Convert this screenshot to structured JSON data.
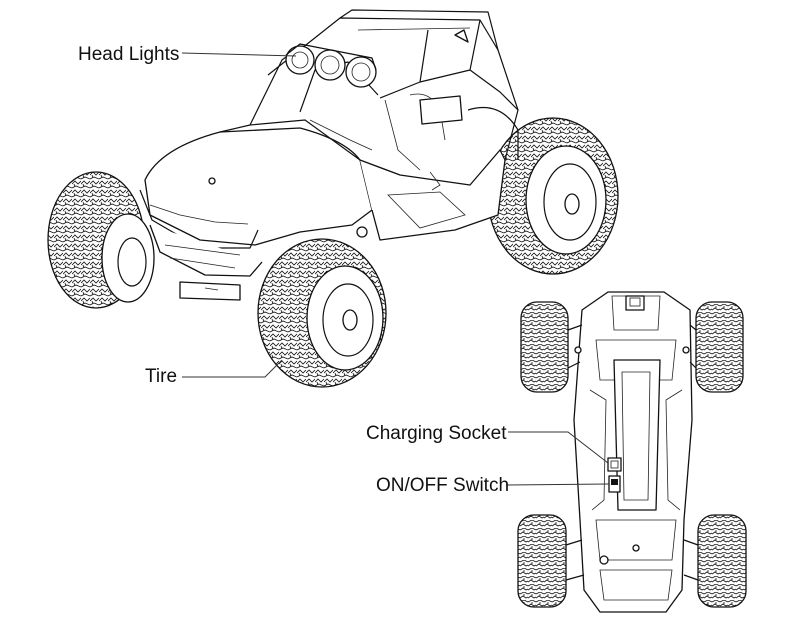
{
  "labels": {
    "head_lights": "Head Lights",
    "tire": "Tire",
    "charging_socket": "Charging Socket",
    "on_off_switch": "ON/OFF Switch"
  },
  "colors": {
    "line": "#111111",
    "background": "#ffffff"
  }
}
